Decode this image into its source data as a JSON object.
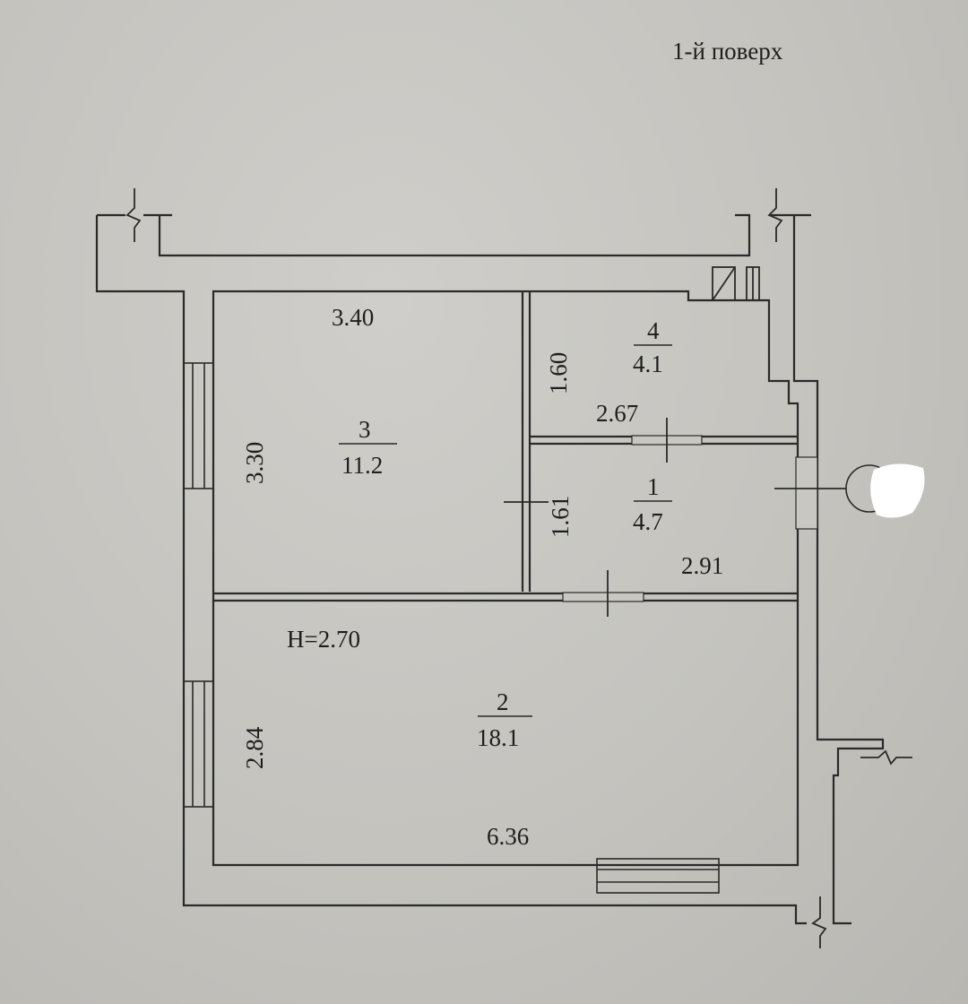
{
  "plan": {
    "floor_title": "1-й поверх",
    "ceiling_height": "H=2.70",
    "rooms": [
      {
        "number": "3",
        "area": "11.2",
        "dim_a": "3.40",
        "dim_b": "3.30"
      },
      {
        "number": "4",
        "area": "4.1",
        "dim_a": "2.67",
        "dim_b": "1.60"
      },
      {
        "number": "1",
        "area": "4.7",
        "dim_a": "2.91",
        "dim_b": "1.61"
      },
      {
        "number": "2",
        "area": "18.1",
        "dim_a": "6.36",
        "dim_b": "2.84"
      }
    ]
  }
}
